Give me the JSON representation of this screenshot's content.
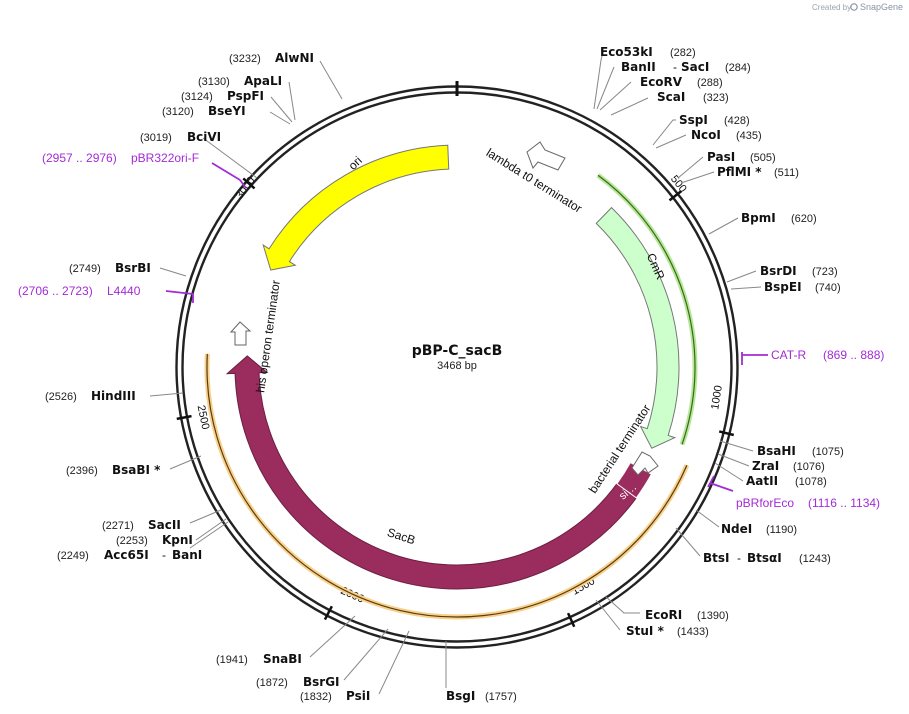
{
  "credit": {
    "prefix": "Created by",
    "brand": "SnapGene"
  },
  "plasmid": {
    "name": "pBP-C_sacB",
    "size_label": "3468 bp",
    "length": 3468
  },
  "ticks": [
    {
      "pos": 500,
      "label": "500"
    },
    {
      "pos": 1000,
      "label": "1000"
    },
    {
      "pos": 1500,
      "label": "1500"
    },
    {
      "pos": 2000,
      "label": "2000"
    },
    {
      "pos": 2500,
      "label": "2500"
    },
    {
      "pos": 3000,
      "label": "3000"
    }
  ],
  "features": [
    {
      "name": "ori",
      "label": "ori",
      "start": 3445,
      "end": 2866,
      "color": "#ffff00",
      "stroke": "#777777"
    },
    {
      "name": "cmr",
      "label": "CmR",
      "start": 425,
      "end": 1085,
      "color": "#ccffcc",
      "stroke": "#777777"
    },
    {
      "name": "sacb",
      "label": "SacB",
      "start": 1215,
      "end": 2630,
      "color": "#9b2c5e",
      "stroke": "#6d1f42"
    },
    {
      "name": "signal-peptide",
      "label": "si…",
      "start": 1145,
      "end": 1215,
      "color": "#9b2c5e",
      "stroke": "#6d1f42"
    }
  ],
  "terminators": [
    {
      "name": "lambda-t0-terminator",
      "label": "lambda t0 terminator",
      "pos": 295
    },
    {
      "name": "bacterial-terminator",
      "label": "bacterial terminator",
      "pos": 1108
    },
    {
      "name": "his-operon-terminator",
      "label": "his operon terminator",
      "pos": 2875
    }
  ],
  "enzymes": [
    {
      "name": "Eco53kI",
      "pos": "(282)"
    },
    {
      "name": "BanII",
      "pos": "(284)"
    },
    {
      "name": "SacI",
      "pos": ""
    },
    {
      "name": "EcoRV",
      "pos": "(288)"
    },
    {
      "name": "ScaI",
      "pos": "(323)"
    },
    {
      "name": "SspI",
      "pos": "(428)"
    },
    {
      "name": "NcoI",
      "pos": "(435)"
    },
    {
      "name": "PasI",
      "pos": "(505)"
    },
    {
      "name": "PflMI *",
      "pos": "(511)"
    },
    {
      "name": "BpmI",
      "pos": "(620)"
    },
    {
      "name": "BsrDI",
      "pos": "(723)"
    },
    {
      "name": "BspEI",
      "pos": "(740)"
    },
    {
      "name": "BsaHI",
      "pos": "(1075)"
    },
    {
      "name": "ZraI",
      "pos": "(1076)"
    },
    {
      "name": "AatII",
      "pos": "(1078)"
    },
    {
      "name": "NdeI",
      "pos": "(1190)"
    },
    {
      "name": "BtsI",
      "pos": ""
    },
    {
      "name": "BtsαI",
      "pos": "(1243)"
    },
    {
      "name": "EcoRI",
      "pos": "(1390)"
    },
    {
      "name": "StuI *",
      "pos": "(1433)"
    },
    {
      "name": "BsgI",
      "pos": "(1757)"
    },
    {
      "name": "PsiI",
      "pos": "(1832)"
    },
    {
      "name": "BsrGI",
      "pos": "(1872)"
    },
    {
      "name": "SnaBI",
      "pos": "(1941)"
    },
    {
      "name": "Acc65I",
      "pos": "(2249)"
    },
    {
      "name": "BanI",
      "pos": ""
    },
    {
      "name": "KpnI",
      "pos": "(2253)"
    },
    {
      "name": "SacII",
      "pos": "(2271)"
    },
    {
      "name": "BsaBI *",
      "pos": "(2396)"
    },
    {
      "name": "HindIII",
      "pos": "(2526)"
    },
    {
      "name": "BsrBI",
      "pos": "(2749)"
    },
    {
      "name": "BciVI",
      "pos": "(3019)"
    },
    {
      "name": "BseYI",
      "pos": "(3120)"
    },
    {
      "name": "PspFI",
      "pos": "(3124)"
    },
    {
      "name": "ApaLI",
      "pos": "(3130)"
    },
    {
      "name": "AlwNI",
      "pos": "(3232)"
    }
  ],
  "primers": [
    {
      "name": "CAT-R",
      "range": "(869 .. 888)"
    },
    {
      "name": "pBRforEco",
      "range": "(1116 .. 1134)"
    },
    {
      "name": "L4440",
      "range": "(2706 .. 2723)"
    },
    {
      "name": "pBR322ori-F",
      "range": "(2957 .. 2976)"
    }
  ]
}
